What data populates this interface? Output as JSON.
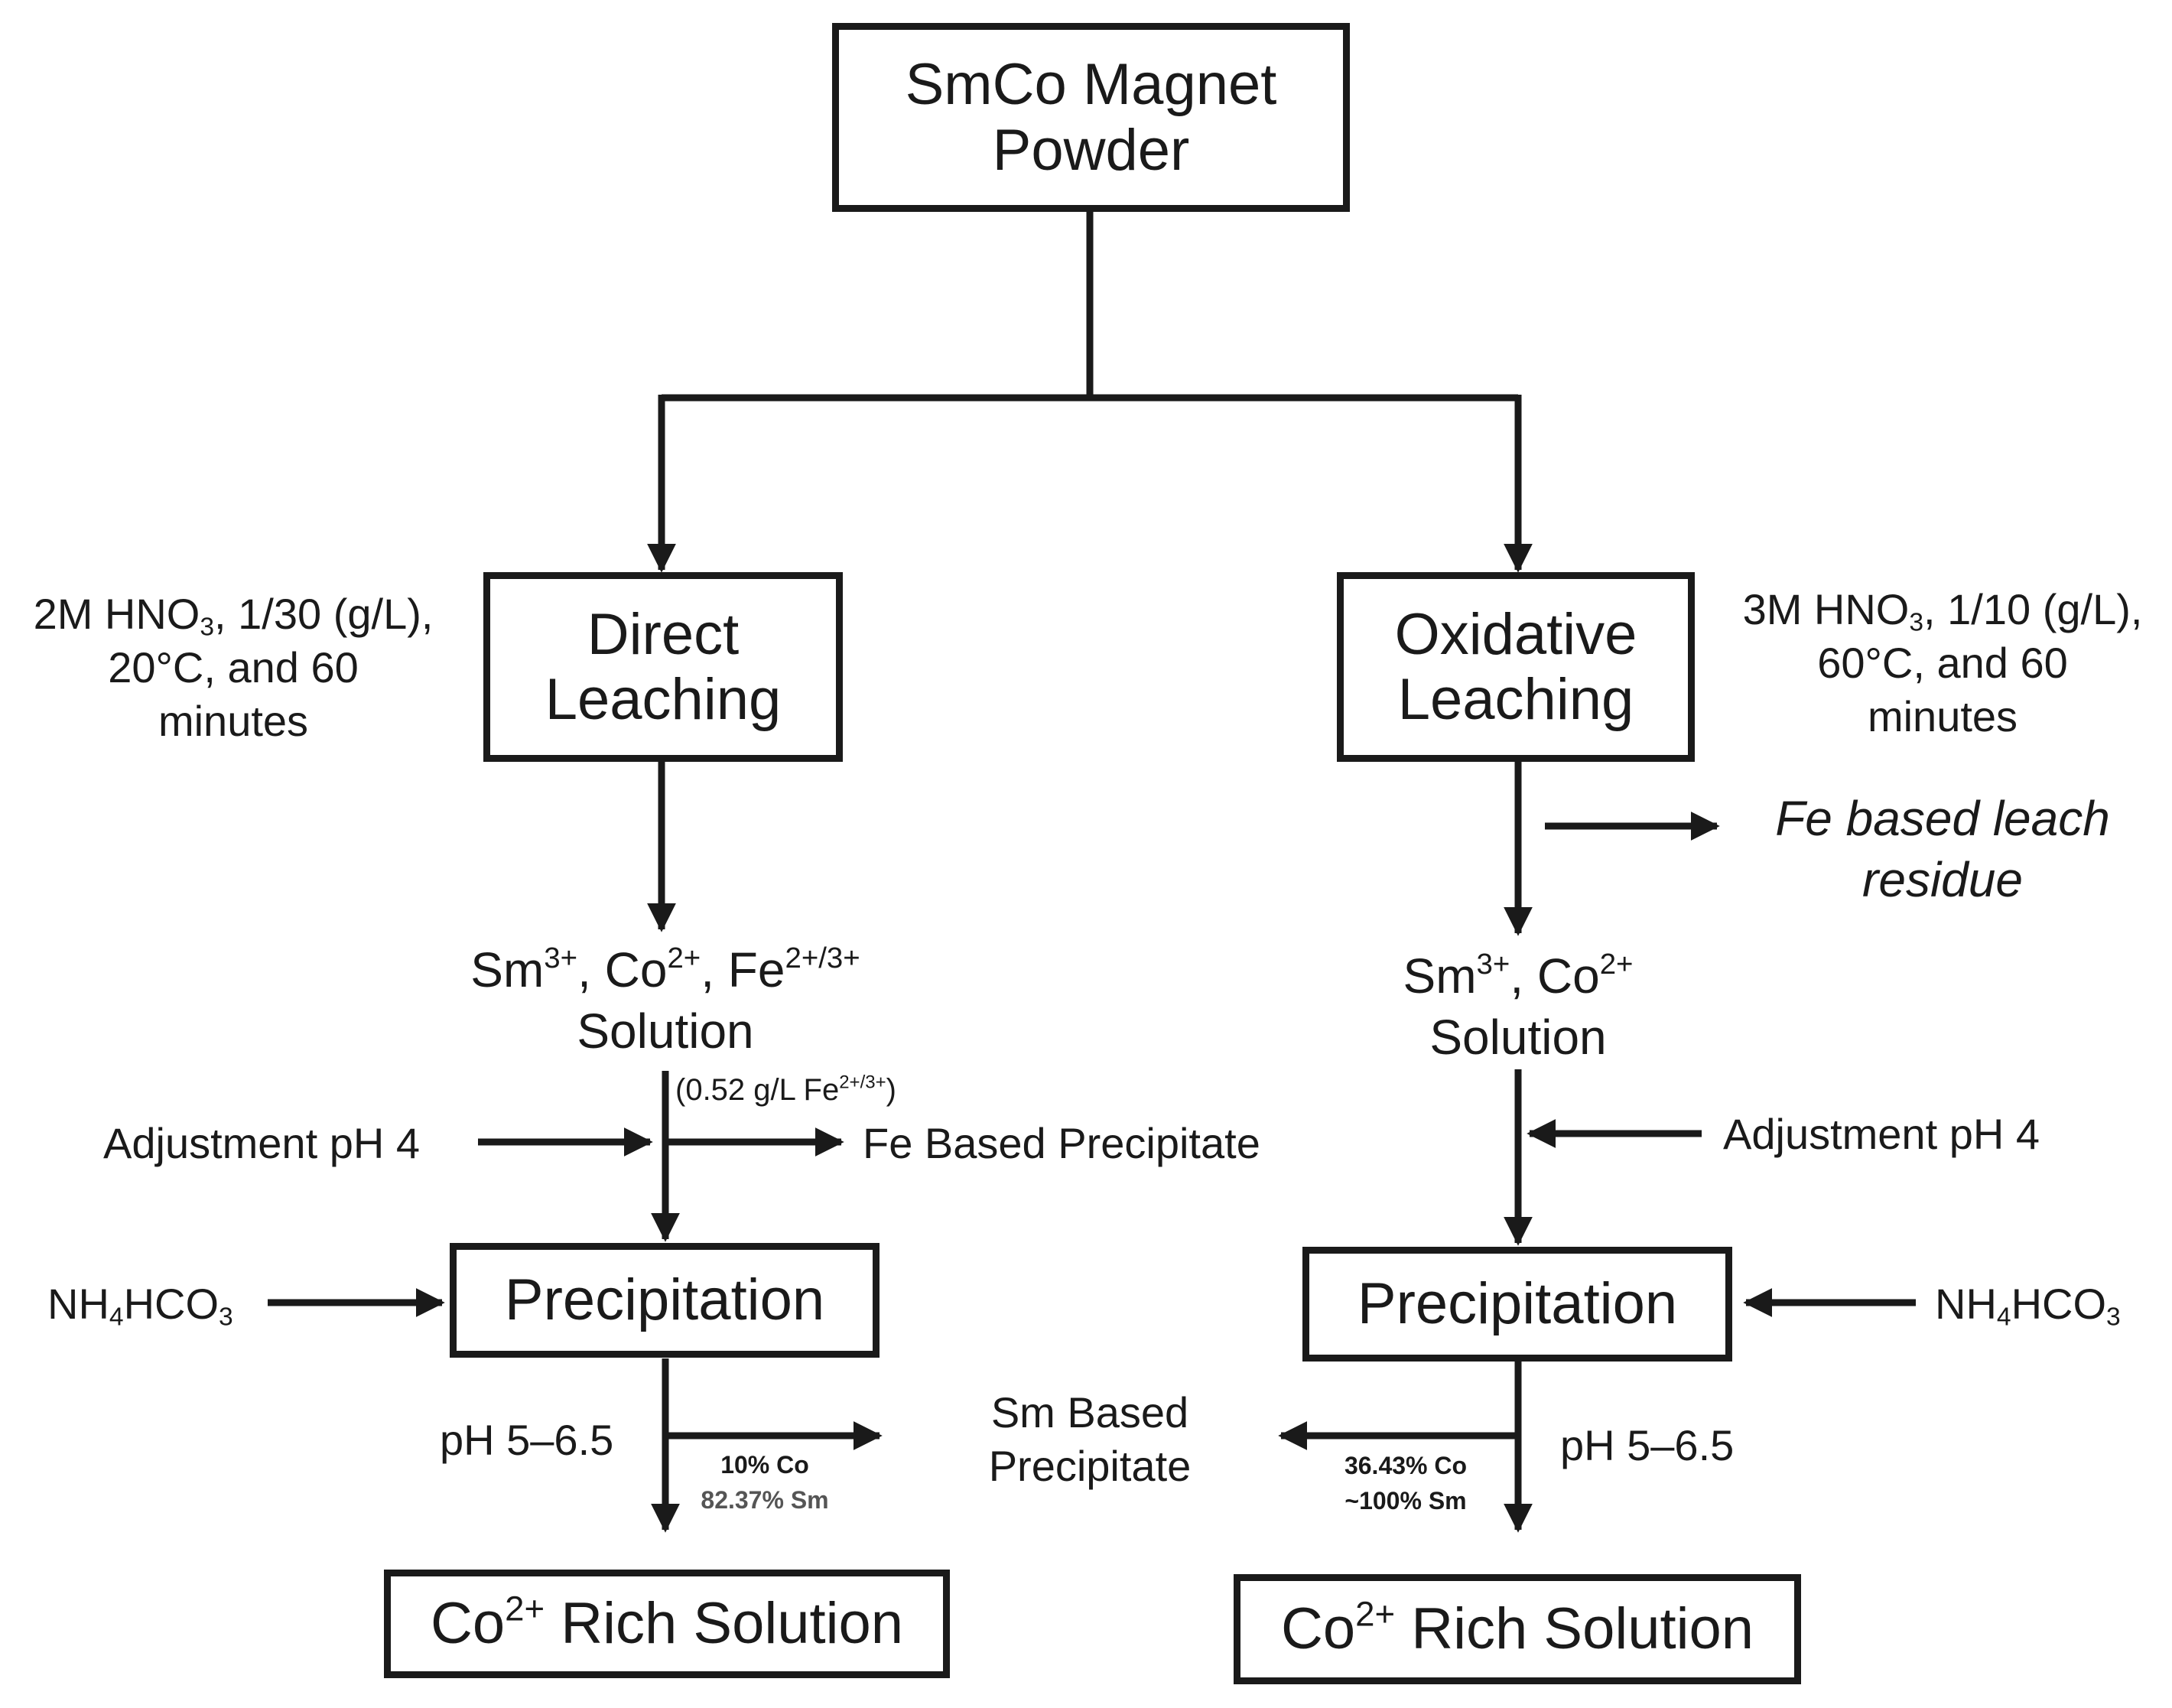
{
  "source": {
    "line1": "SmCo Magnet",
    "line2": "Powder"
  },
  "left": {
    "box": {
      "line1": "Direct",
      "line2": "Leaching"
    },
    "conditions": {
      "line1_pre": "2M HNO",
      "line1_sub": "3",
      "line1_post": ", 1/30 (g/L),",
      "line2": "20°C, and 60",
      "line3": "minutes"
    },
    "solution": {
      "sm": "Sm",
      "sm_charge": "3+",
      "co": ", Co",
      "co_charge": "2+",
      "fe": ", Fe",
      "fe_charge": "2+/3+",
      "line2": "Solution"
    },
    "fe_conc": {
      "pre": "(0.52 g/L Fe",
      "charge": "2+/3+",
      "post": ")"
    },
    "adjust": "Adjustment pH 4",
    "fe_precipitate": "Fe Based Precipitate",
    "reagent": {
      "pre": "NH",
      "sub": "4",
      "post": "HCO",
      "sub2": "3"
    },
    "precipitation": "Precipitation",
    "ph": "pH 5–6.5",
    "yield": {
      "co": "10% Co",
      "sm": "82.37% Sm"
    },
    "rich": {
      "pre": "Co",
      "charge": "2+",
      "post": " Rich Solution"
    }
  },
  "right": {
    "box": {
      "line1": "Oxidative",
      "line2": "Leaching"
    },
    "conditions": {
      "line1_pre": "3M HNO",
      "line1_sub": "3",
      "line1_post": ", 1/10 (g/L),",
      "line2": "60°C, and 60",
      "line3": "minutes"
    },
    "residue": {
      "line1": "Fe based leach",
      "line2": "residue"
    },
    "solution": {
      "sm": "Sm",
      "sm_charge": "3+",
      "co": ", Co",
      "co_charge": "2+",
      "line2": "Solution"
    },
    "adjust": "Adjustment pH 4",
    "reagent": {
      "pre": "NH",
      "sub": "4",
      "post": "HCO",
      "sub2": "3"
    },
    "precipitation": "Precipitation",
    "ph": "pH 5–6.5",
    "yield": {
      "co": "36.43% Co",
      "sm": "~100% Sm"
    },
    "rich": {
      "pre": "Co",
      "charge": "2+",
      "post": " Rich Solution"
    }
  },
  "sm_precipitate": {
    "line1": "Sm Based",
    "line2": "Precipitate"
  }
}
